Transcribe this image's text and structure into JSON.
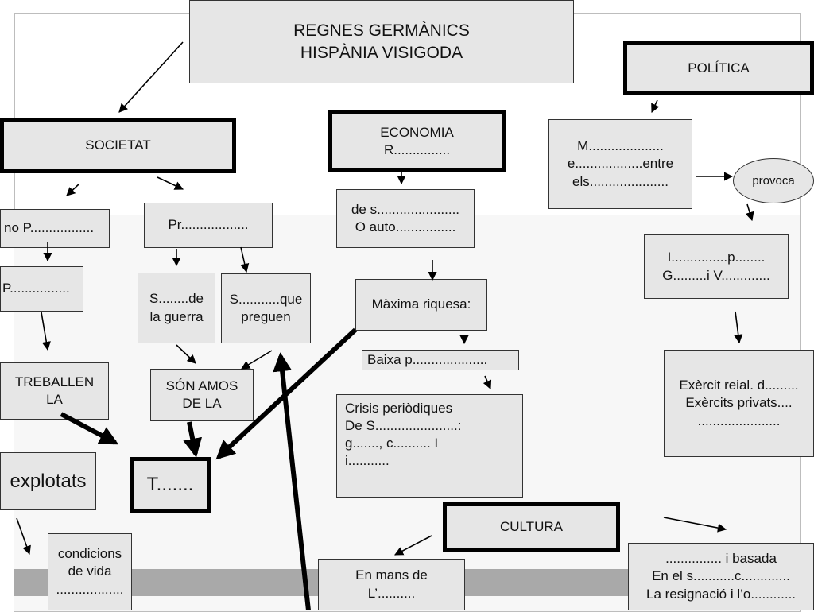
{
  "title": {
    "line1": "REGNES GERMÀNICS",
    "line2": "HISPÀNIA VISIGODA"
  },
  "headers": {
    "societat": "SOCIETAT",
    "economia": "ECONOMIA\nR...............",
    "politica": "POLÍTICA",
    "cultura": "CULTURA"
  },
  "societat": {
    "no_p": "no P.................",
    "p": "P................",
    "pr": "Pr..................",
    "s_guerra": "S........de\nla guerra",
    "s_preguen": "S...........que\npreguen",
    "treballen": "TREBALLEN\nLA",
    "son_amos": "SÓN AMOS\nDE LA",
    "explotats": "explotats",
    "t": "T.......",
    "condicions": "condicions\nde vida\n.................."
  },
  "economia": {
    "de_s": "de s......................\nO auto................",
    "maxima": "Màxima riquesa:",
    "baixa": "Baixa p....................",
    "crisis": "Crisis periòdiques\nDe S......................:\n        g......., c..........  I\n        i..........."
  },
  "politica": {
    "m": "M....................\ne..................entre\nels.....................",
    "provoca": "provoca",
    "i_p": "I...............p........\nG.........i V.............",
    "exercit": "Exèrcit reial. d.........\nExèrcits privats....\n......................"
  },
  "cultura": {
    "mans": "En mans de\nL’..........",
    "basada": "............... i basada\nEn el s...........c.............\nLa resignació i l’o............"
  },
  "colors": {
    "box_fill": "#e6e6e6",
    "band": "#a9a9a9",
    "border": "#000000"
  }
}
